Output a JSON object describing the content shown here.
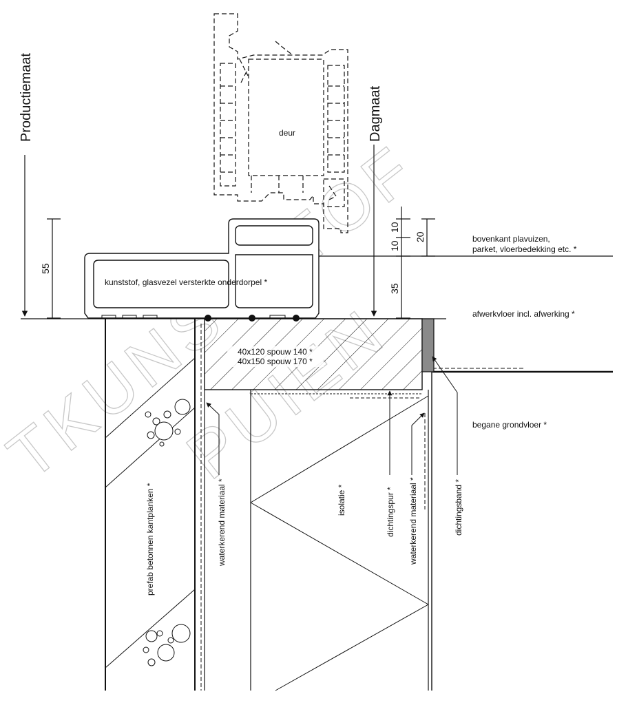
{
  "diagram": {
    "dimension_labels": {
      "productiemaat": "Productiemaat",
      "dagmaat": "Dagmaat",
      "d55": "55",
      "d35": "35",
      "d10a": "10",
      "d10b": "10",
      "d20": "20"
    },
    "component_labels": {
      "deur": "deur",
      "onderdorpel": "kunststof, glasvezel versterkte   onderdorpel *",
      "spouw_line1": "40x120 spouw 140 *",
      "spouw_line2": "40x150 spouw 170 *",
      "plavuizen_line1": "bovenkant plavuizen,",
      "plavuizen_line2": "parket, vloerbedekking etc. *",
      "afwerkvloer": "afwerkvloer incl. afwerking *",
      "begane_grondvloer": "begane grondvloer *"
    },
    "vertical_labels": {
      "prefab": "prefab betonnen kantplanken *",
      "waterkerend_left": "waterkerend materiaal *",
      "isolatie": "isolatie *",
      "dichtingspur": "dichtingspur *",
      "waterkerend_right": "waterkerend materiaal *",
      "dichtingsband": "dichtingsband *"
    },
    "watermark": {
      "line1": "TKUNSTSTOF",
      "line2": "PUIEN"
    },
    "colors": {
      "line": "#111111",
      "watermark": "#c8c8c8",
      "sealing_band": "#8a8a8a"
    }
  }
}
